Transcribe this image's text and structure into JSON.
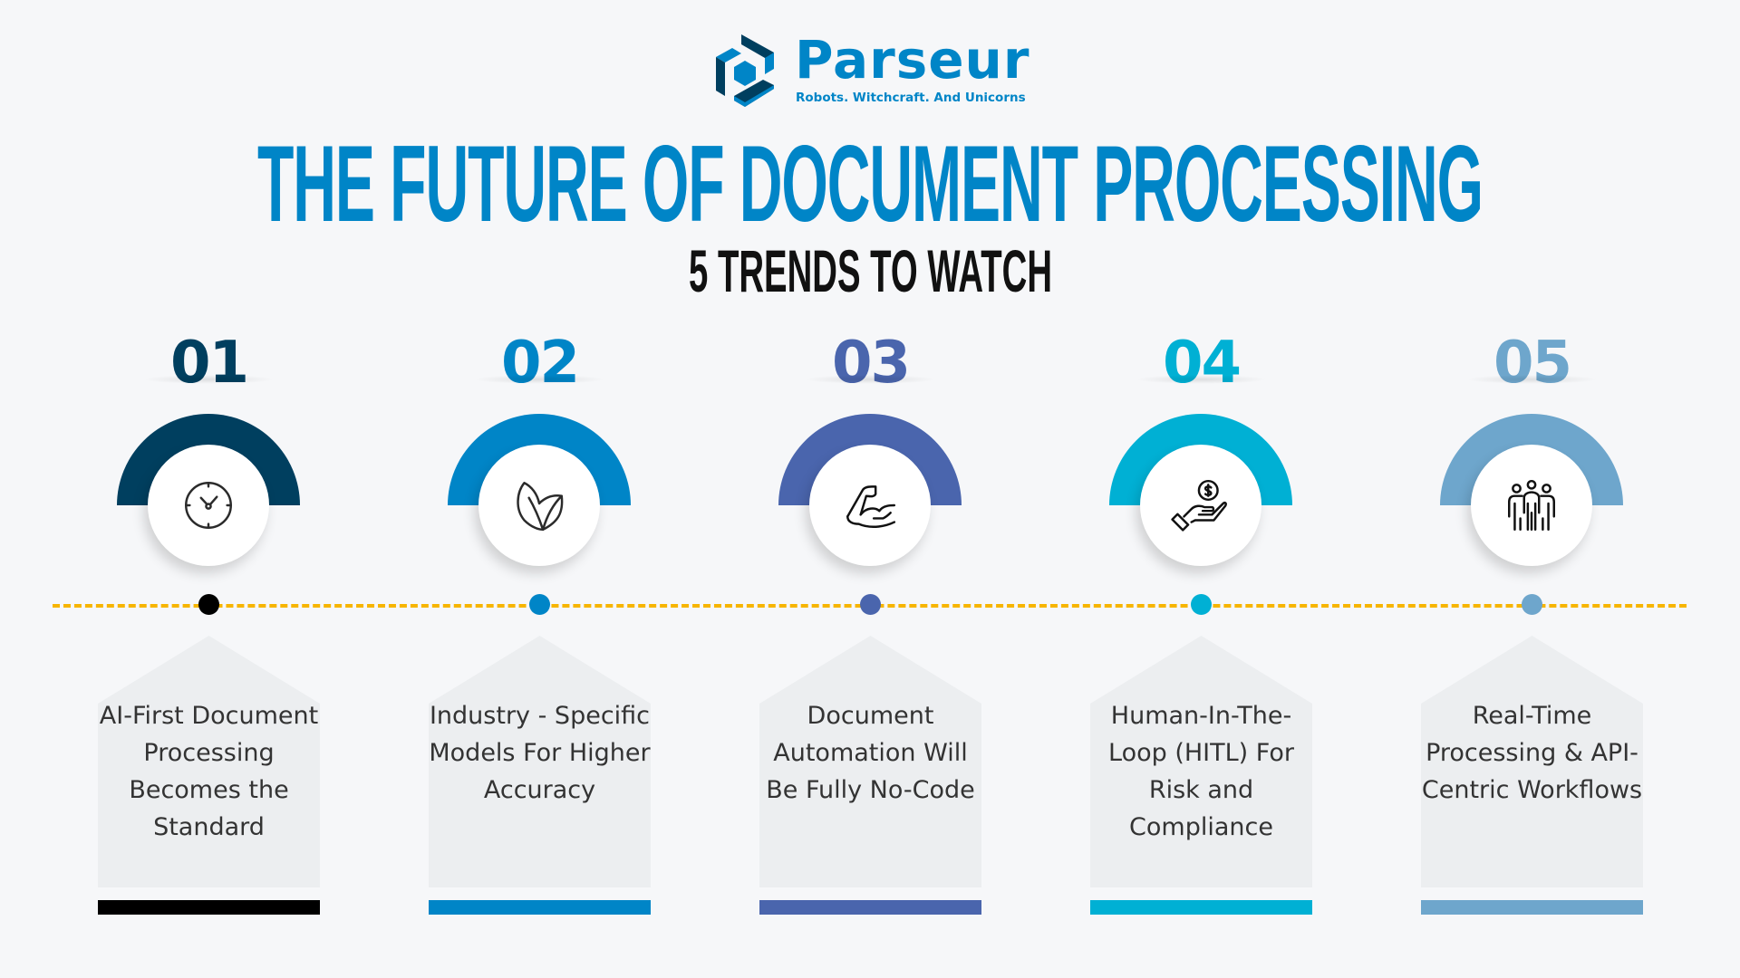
{
  "brand": {
    "name": "Parseur",
    "tagline": "Robots. Witchcraft. And Unicorns",
    "color": "#0085c7",
    "dark_color": "#003f5f"
  },
  "header": {
    "title": "THE FUTURE OF DOCUMENT PROCESSING",
    "subtitle": "5 TRENDS TO WATCH"
  },
  "timeline_color": "#f7b500",
  "trends": [
    {
      "number": "01",
      "text": "AI-First Document Processing Becomes the Standard",
      "color": "#003f5f",
      "bar_color": "#000000",
      "dot_color": "#000000",
      "icon": "clock-icon"
    },
    {
      "number": "02",
      "text": "Industry - Specific Models For Higher Accuracy",
      "color": "#0085c7",
      "bar_color": "#0085c7",
      "dot_color": "#0085c7",
      "icon": "leaf-icon"
    },
    {
      "number": "03",
      "text": "Document Automation Will Be Fully No-Code",
      "color": "#4a65ad",
      "bar_color": "#4a65ad",
      "dot_color": "#4a65ad",
      "icon": "flexed-arm-icon"
    },
    {
      "number": "04",
      "text": "Human-In-The-Loop (HITL) For Risk and Compliance",
      "color": "#00b0d4",
      "bar_color": "#00b0d4",
      "dot_color": "#00b0d4",
      "icon": "hand-coin-icon"
    },
    {
      "number": "05",
      "text": "Real-Time Processing & API-Centric Workflows",
      "color": "#6ea6cc",
      "bar_color": "#6ea6cc",
      "dot_color": "#6ea6cc",
      "icon": "team-icon"
    }
  ]
}
